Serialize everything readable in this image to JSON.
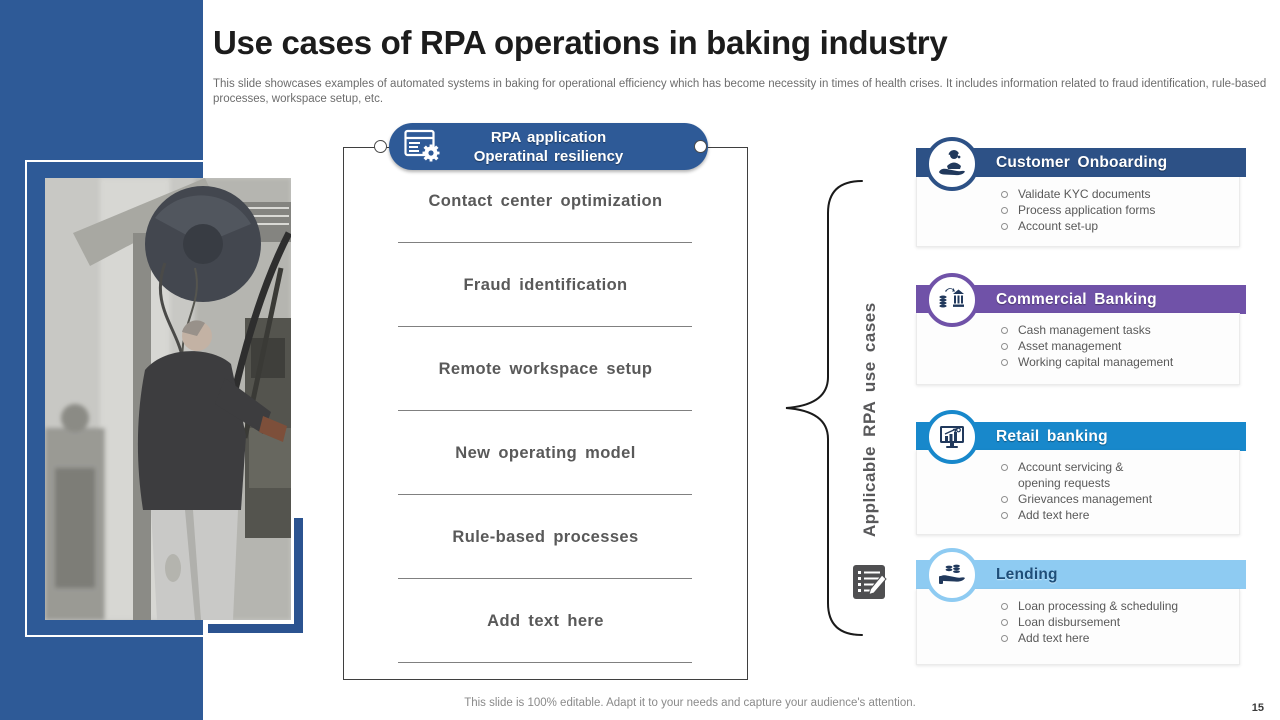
{
  "title": "Use cases of RPA operations in baking industry",
  "subtitle": "This slide showcases examples of automated systems in baking for operational efficiency which has become necessity in times of health crises. It includes information related to fraud identification, rule-based processes, workspace setup, etc.",
  "pill": {
    "line1": "RPA application",
    "line2": "Operatinal resiliency",
    "icon": "window-gear-icon"
  },
  "center_items": [
    "Contact center optimization",
    "Fraud identification",
    "Remote workspace setup",
    "New operating model",
    "Rule-based processes",
    "Add text here"
  ],
  "brace_label": "Applicable RPA use cases",
  "panels": [
    {
      "title": "Customer Onboarding",
      "icon": "support-hand-icon",
      "header_color": "#2d5186",
      "items": [
        "Validate KYC documents",
        "Process application forms",
        "Account set-up"
      ]
    },
    {
      "title": "Commercial Banking",
      "icon": "bank-coins-icon",
      "header_color": "#7052a8",
      "items": [
        "Cash management tasks",
        "Asset management",
        "Working capital management"
      ]
    },
    {
      "title": "Retail banking",
      "icon": "monitor-chart-icon",
      "header_color": "#1888cb",
      "items": [
        "Account servicing & opening requests",
        "Grievances management",
        "Add text here"
      ]
    },
    {
      "title": "Lending",
      "icon": "loan-hand-icon",
      "header_color": "#8ecbf2",
      "items": [
        "Loan processing & scheduling",
        "Loan disbursement",
        "Add text here"
      ]
    }
  ],
  "photo_alt": "Worker operating industrial machinery",
  "footer": "This slide is 100% editable. Adapt it to your needs and capture your audience's attention.",
  "page_number": "15",
  "colors": {
    "accent_blue": "#2e5a97",
    "navy": "#2d5186",
    "purple": "#7052a8",
    "bright_blue": "#1888cb",
    "light_blue": "#8ecbf2",
    "body_text": "#595959"
  }
}
